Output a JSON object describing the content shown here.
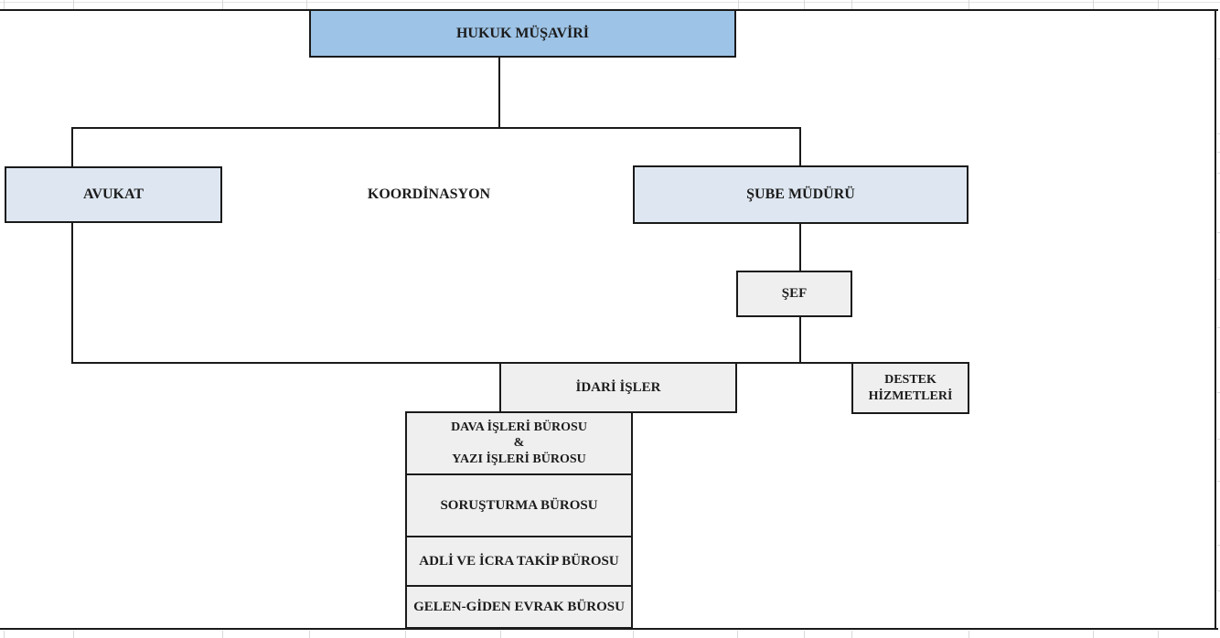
{
  "diagram": {
    "type": "org-chart",
    "nodes": {
      "hukuk_musaviri": {
        "label": "HUKUK MÜŞAVİRİ"
      },
      "avukat": {
        "label": "AVUKAT"
      },
      "koordinasyon": {
        "label": "KOORDİNASYON"
      },
      "sube_mudurlugu": {
        "label": "ŞUBE MÜDÜRÜ"
      },
      "sef": {
        "label": "ŞEF"
      },
      "idari_isler": {
        "label": "İDARİ İŞLER"
      },
      "destek_hizmetleri": {
        "lines": [
          "DESTEK",
          "HİZMETLERİ"
        ]
      },
      "dava_yazi": {
        "lines": [
          "DAVA İŞLERİ BÜROSU",
          "&",
          "YAZI İŞLERİ BÜROSU"
        ]
      },
      "sorusturma": {
        "label": "SORUŞTURMA BÜROSU"
      },
      "adli_icra": {
        "label": "ADLİ VE İCRA TAKİP BÜROSU"
      },
      "gelen_giden": {
        "label": "GELEN-GİDEN EVRAK BÜROSU"
      }
    },
    "edges": [
      {
        "from": "hukuk_musaviri",
        "to": "avukat"
      },
      {
        "from": "hukuk_musaviri",
        "to": "sube_mudurlugu"
      },
      {
        "from": "avukat",
        "to": "koordinasyon_line",
        "note": "coordination (dashedless horizontal tie to lower tier)"
      },
      {
        "from": "sube_mudurlugu",
        "to": "sef"
      },
      {
        "from": "sef",
        "to": "idari_isler"
      },
      {
        "from": "sef",
        "to": "destek_hizmetleri"
      },
      {
        "from": "idari_isler",
        "to": "dava_yazi"
      },
      {
        "from": "idari_isler",
        "to": "sorusturma"
      },
      {
        "from": "idari_isler",
        "to": "adli_icra"
      },
      {
        "from": "idari_isler",
        "to": "gelen_giden"
      }
    ],
    "colors": {
      "top_node_fill": "#9DC3E6",
      "second_tier_fill": "#DEE7F1",
      "lower_tier_fill": "#EFEFEF",
      "line_color": "#1A1A1A",
      "gridline_color": "#D9D9D9"
    }
  }
}
